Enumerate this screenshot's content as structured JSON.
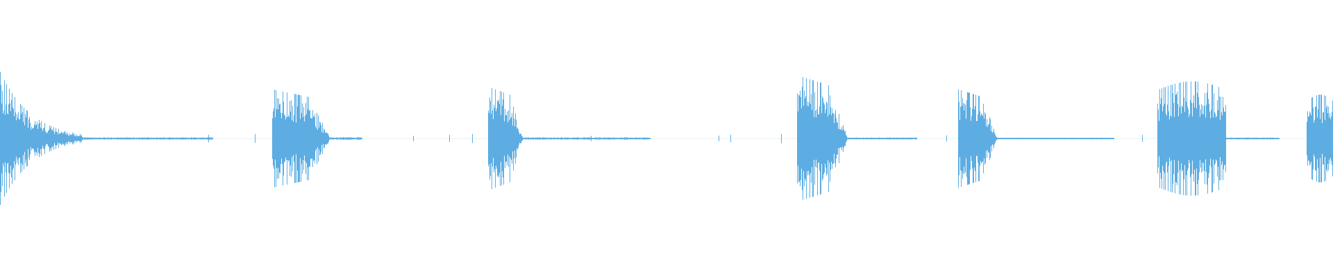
{
  "waveform": {
    "color": "#5dade2",
    "background": "#ffffff",
    "amplitude_scale": 1.0,
    "bursts": [
      {
        "start": 0.0,
        "end": 0.062,
        "peak": 1.0,
        "decay": "exp"
      },
      {
        "start": 0.204,
        "end": 0.248,
        "peak": 0.74,
        "decay": "tail"
      },
      {
        "start": 0.366,
        "end": 0.392,
        "peak": 0.78,
        "decay": "tail"
      },
      {
        "start": 0.598,
        "end": 0.636,
        "peak": 0.95,
        "decay": "tail"
      },
      {
        "start": 0.719,
        "end": 0.748,
        "peak": 0.74,
        "decay": "tail"
      },
      {
        "start": 0.868,
        "end": 0.92,
        "peak": 0.86,
        "decay": "flat"
      },
      {
        "start": 0.98,
        "end": 1.0,
        "peak": 0.66,
        "decay": "flat"
      }
    ],
    "noise_segments": [
      {
        "start": 0.062,
        "end": 0.16,
        "level": 0.012
      },
      {
        "start": 0.248,
        "end": 0.272,
        "level": 0.014
      },
      {
        "start": 0.392,
        "end": 0.488,
        "level": 0.012
      },
      {
        "start": 0.636,
        "end": 0.688,
        "level": 0.01
      },
      {
        "start": 0.748,
        "end": 0.836,
        "level": 0.008
      },
      {
        "start": 0.92,
        "end": 0.96,
        "level": 0.01
      }
    ],
    "ticks": [
      0.156,
      0.191,
      0.31,
      0.337,
      0.354,
      0.443,
      0.539,
      0.548,
      0.586,
      0.71,
      0.857
    ]
  }
}
